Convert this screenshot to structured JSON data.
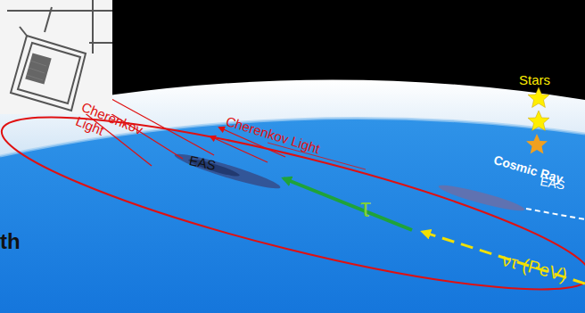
{
  "diagram": {
    "labels": [
      "Cherenkov Light",
      "Cherenkov Light",
      "EAS",
      "τ",
      "ντ (PeV)",
      "Stars",
      "Cosmic Ray",
      "EAS",
      "th"
    ]
  }
}
